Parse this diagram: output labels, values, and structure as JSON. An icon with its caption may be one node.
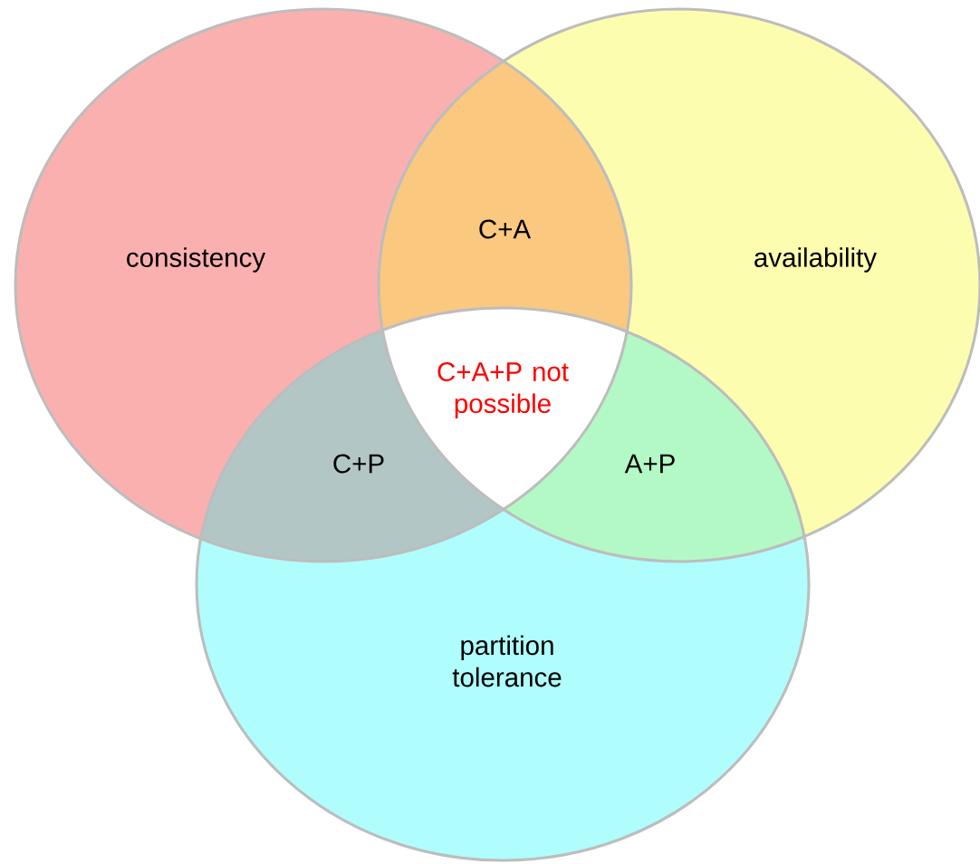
{
  "diagram": {
    "nodes": [
      {
        "text": [
          "consistency"
        ]
      },
      {
        "text": [
          "availability"
        ]
      },
      {
        "text": [
          "partition tolerance"
        ]
      }
    ],
    "labels": [
      "C+A",
      "C+A+P not possible",
      "C+P",
      "A+P"
    ]
  }
}
